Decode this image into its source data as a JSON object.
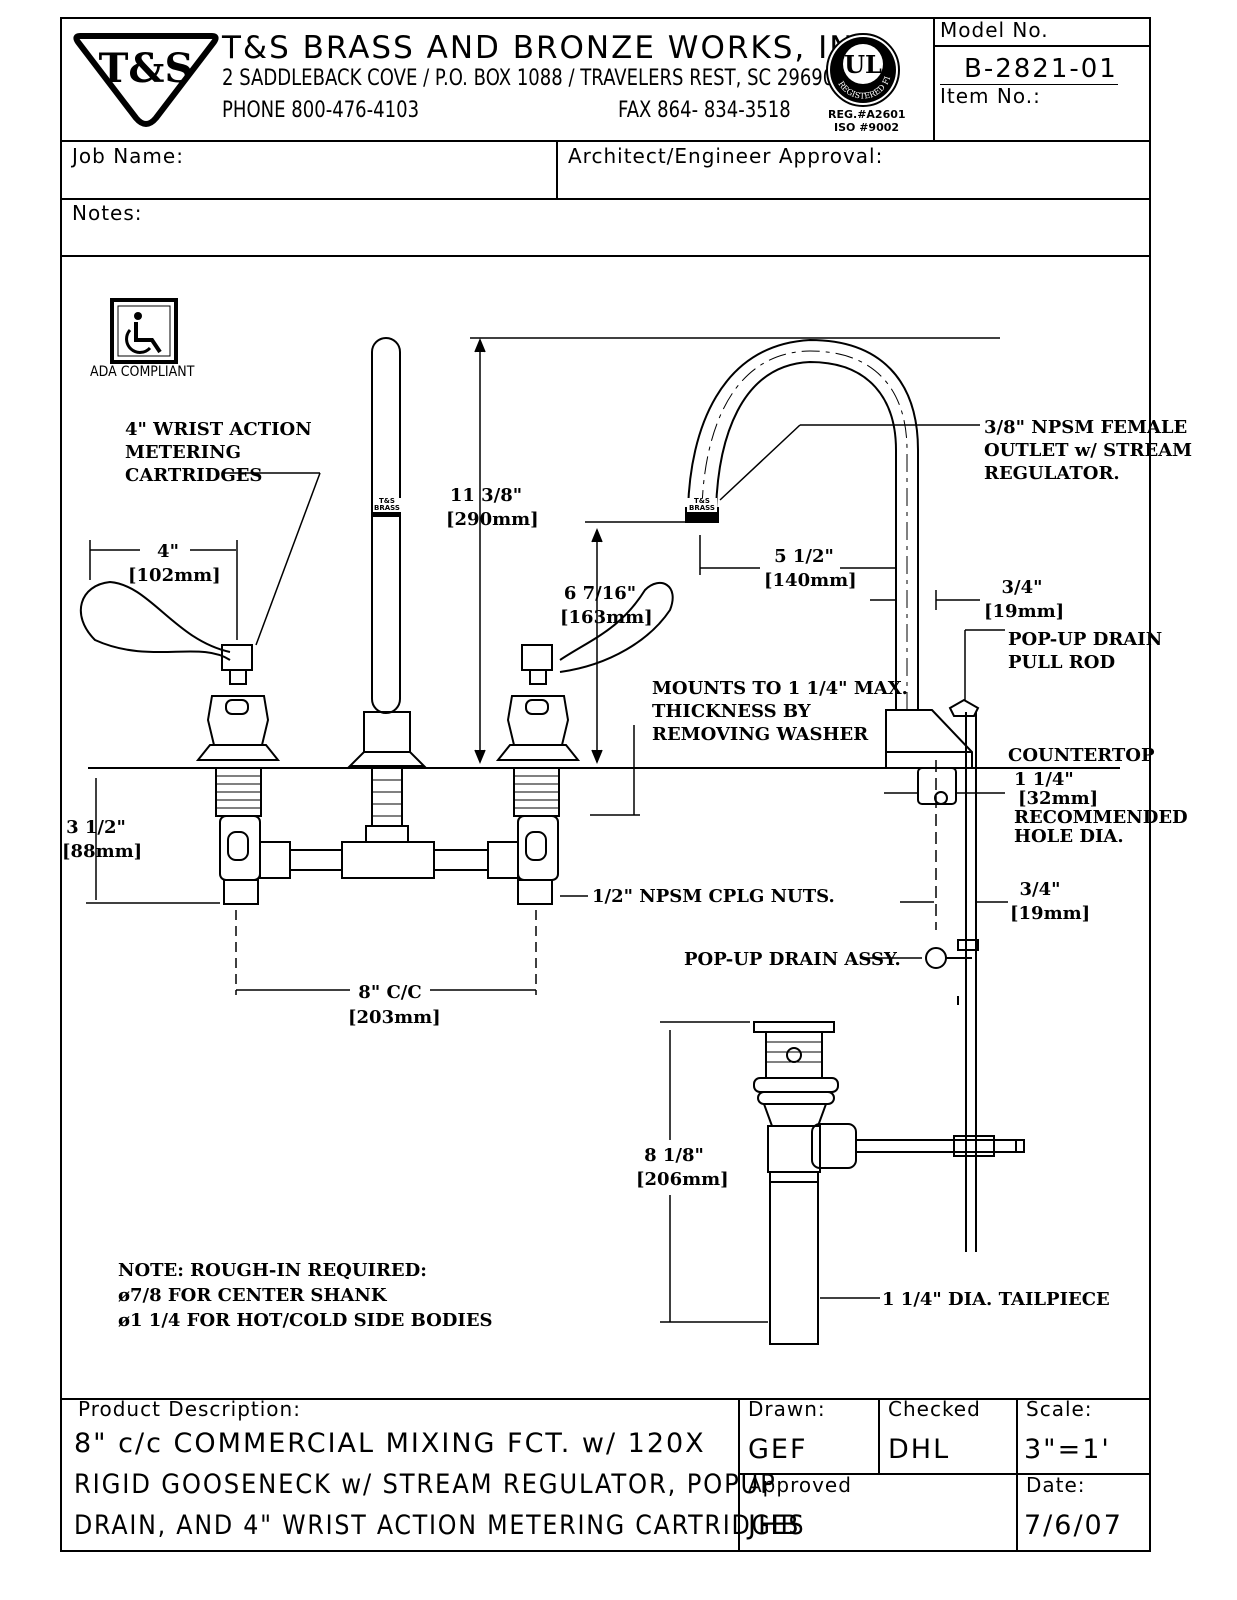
{
  "company": {
    "logo_text": "T&S",
    "name": "T&S BRASS AND BRONZE WORKS, INC.",
    "address": "2 SADDLEBACK COVE / P.O. BOX 1088 / TRAVELERS REST, SC 29690",
    "phone": "PHONE 800-476-4103",
    "fax": "FAX  864- 834-3518",
    "ul_mark": "UL",
    "ul_ring_text": "REGISTERED FIRM",
    "reg_no": "REG.#A2601",
    "iso_no": "ISO  #9002"
  },
  "model": {
    "label": "Model No.",
    "value": "B-2821-01",
    "item_label": "Item No.:"
  },
  "fields": {
    "job_name": "Job Name:",
    "architect": "Architect/Engineer Approval:",
    "notes": "Notes:"
  },
  "drawing": {
    "ada": "ADA COMPLIANT",
    "brand_tag": [
      "T&S",
      "BRASS"
    ],
    "callouts": {
      "wrist_action": [
        "4\" WRIST ACTION",
        "METERING",
        "CARTRIDGES"
      ],
      "handle_dim": [
        "4\"",
        "[102mm]"
      ],
      "spout_height": [
        "11 3/8\"",
        "[290mm]"
      ],
      "spout_clear": [
        "6 7/16\"",
        "[163mm]"
      ],
      "reach": [
        "5 1/2\"",
        "[140mm]"
      ],
      "outlet": [
        "3/8\" NPSM FEMALE",
        "OUTLET w/ STREAM",
        "REGULATOR."
      ],
      "spout_dia": [
        "3/4\"",
        "[19mm]"
      ],
      "pull_rod": [
        "POP-UP DRAIN",
        "PULL ROD"
      ],
      "mounts": [
        "MOUNTS TO 1 1/4\" MAX.",
        "THICKNESS BY",
        "REMOVING WASHER"
      ],
      "countertop": "COUNTERTOP",
      "hole": [
        "1 1/4\"",
        "[32mm]",
        "RECOMMENDED",
        "HOLE DIA."
      ],
      "body_depth": [
        "3 1/2\"",
        "[88mm]"
      ],
      "cplg": "1/2\" NPSM CPLG NUTS.",
      "shank_dia": [
        "3/4\"",
        "[19mm]"
      ],
      "centers": [
        "8\" C/C",
        "[203mm]"
      ],
      "drain_assy": "POP-UP DRAIN ASSY.",
      "drain_len": [
        "8 1/8\"",
        "[206mm]"
      ],
      "tailpiece": "1 1/4\" DIA. TAILPIECE",
      "rough_in": [
        "NOTE: ROUGH-IN REQUIRED:",
        "ø7/8 FOR CENTER SHANK",
        "ø1 1/4 FOR HOT/COLD SIDE BODIES"
      ]
    }
  },
  "footer": {
    "product_label": "Product Description:",
    "description": [
      "8\" c/c COMMERCIAL MIXING FCT. w/ 120X",
      "RIGID GOOSENECK w/ STREAM REGULATOR, POPUP",
      "DRAIN, AND 4\" WRIST ACTION METERING CARTRIDGES"
    ],
    "drawn_label": "Drawn:",
    "drawn": "GEF",
    "checked_label": "Checked",
    "checked": "DHL",
    "scale_label": "Scale:",
    "scale": "3\"=1'",
    "approved_label": "Approved",
    "approved": "JHB",
    "date_label": "Date:",
    "date": "7/6/07"
  }
}
